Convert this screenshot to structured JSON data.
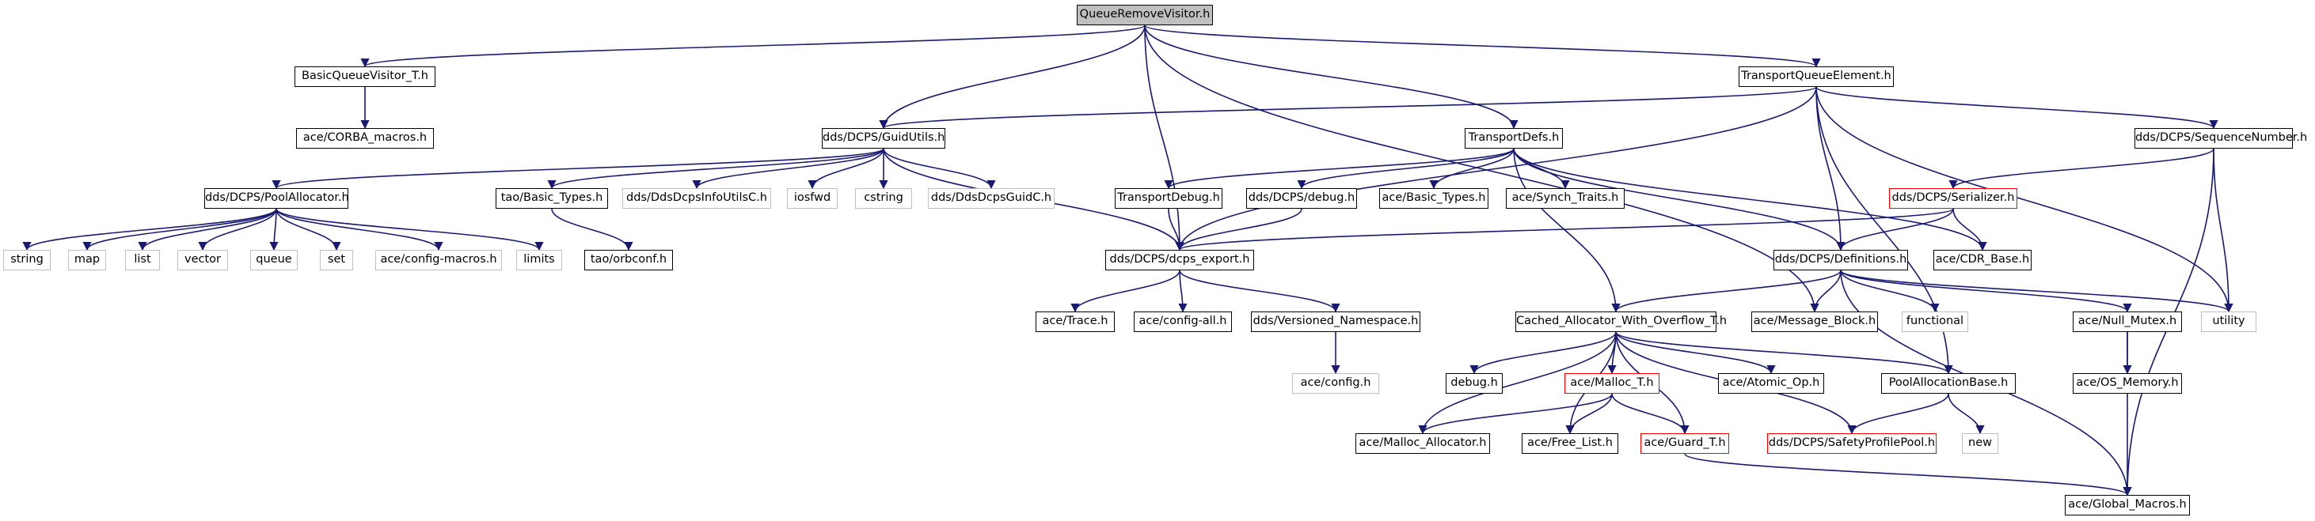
{
  "colors": {
    "edge": "#191970",
    "root_fill": "#bfbfbf",
    "node_border": "#000000",
    "system_header_border": "#bfbfbf",
    "truncated_border": "#ff0000"
  },
  "nodes": {
    "queue_remove_visitor": "QueueRemoveVisitor.h",
    "basic_queue_visitor": "BasicQueueVisitor_T.h",
    "corba_macros": "ace/CORBA_macros.h",
    "transport_queue_element": "TransportQueueElement.h",
    "guid_utils": "dds/DCPS/GuidUtils.h",
    "transport_defs": "TransportDefs.h",
    "sequence_number": "dds/DCPS/SequenceNumber.h",
    "pool_allocator": "dds/DCPS/PoolAllocator.h",
    "tao_basic_types": "tao/Basic_Types.h",
    "dds_dcps_info_utils_c": "dds/DdsDcpsInfoUtilsC.h",
    "iosfwd": "iosfwd",
    "cstring": "cstring",
    "dds_dcps_guid_c": "dds/DdsDcpsGuidC.h",
    "transport_debug": "TransportDebug.h",
    "dcps_debug": "dds/DCPS/debug.h",
    "ace_basic_types": "ace/Basic_Types.h",
    "ace_synch_traits": "ace/Synch_Traits.h",
    "serializer": "dds/DCPS/Serializer.h",
    "string": "string",
    "map": "map",
    "list": "list",
    "vector": "vector",
    "queue": "queue",
    "set": "set",
    "config_macros": "ace/config-macros.h",
    "limits": "limits",
    "tao_orbconf": "tao/orbconf.h",
    "dcps_export": "dds/DCPS/dcps_export.h",
    "definitions": "dds/DCPS/Definitions.h",
    "cdr_base": "ace/CDR_Base.h",
    "ace_trace": "ace/Trace.h",
    "config_all": "ace/config-all.h",
    "versioned_namespace": "dds/Versioned_Namespace.h",
    "cached_allocator": "Cached_Allocator_With_Overflow_T.h",
    "message_block": "ace/Message_Block.h",
    "functional": "functional",
    "null_mutex": "ace/Null_Mutex.h",
    "utility": "utility",
    "ace_config": "ace/config.h",
    "debug_h": "debug.h",
    "malloc_t": "ace/Malloc_T.h",
    "atomic_op": "ace/Atomic_Op.h",
    "pool_allocation_base": "PoolAllocationBase.h",
    "os_memory": "ace/OS_Memory.h",
    "malloc_allocator": "ace/Malloc_Allocator.h",
    "free_list": "ace/Free_List.h",
    "guard_t": "ace/Guard_T.h",
    "safety_profile_pool": "dds/DCPS/SafetyProfilePool.h",
    "new": "new",
    "global_macros": "ace/Global_Macros.h"
  }
}
